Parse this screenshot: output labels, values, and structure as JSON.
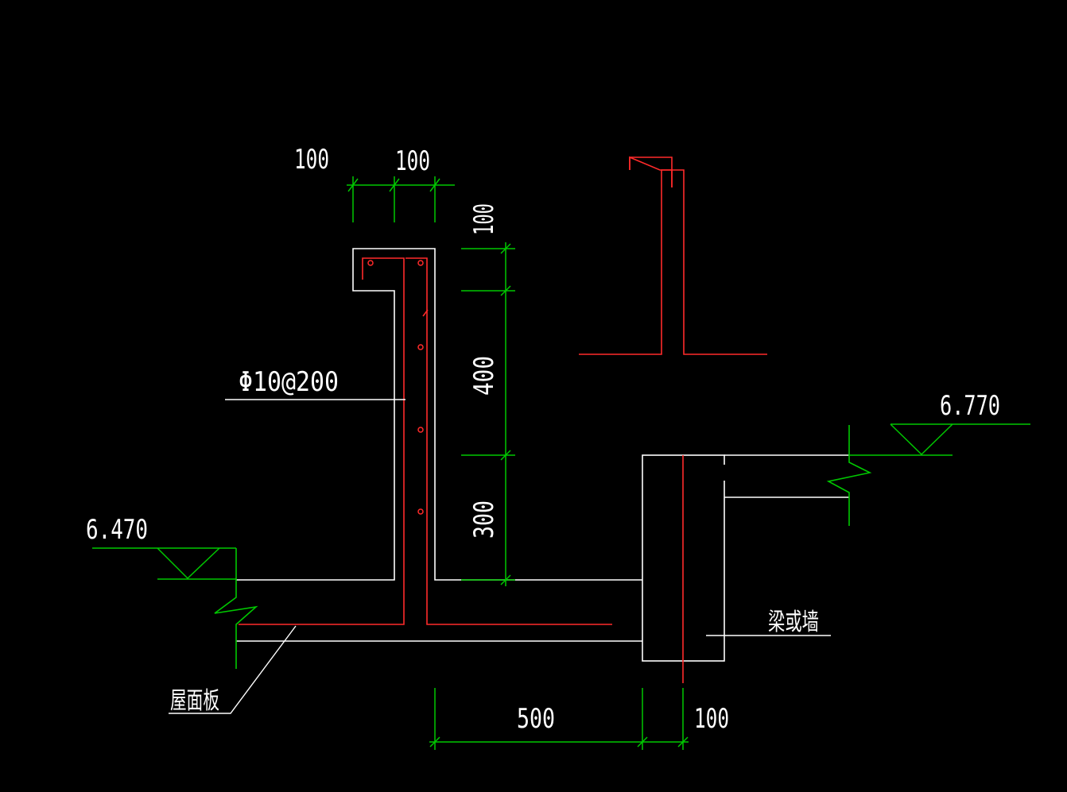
{
  "colors": {
    "background": "#000000",
    "outline": "#ffffff",
    "rebar": "#ff2a2a",
    "dimension": "#00c800"
  },
  "dimensions": {
    "top_left_offset": "100",
    "top_width": "100",
    "height_top": "100",
    "height_middle": "400",
    "height_bottom": "300",
    "bottom_span": "500",
    "bottom_wall": "100"
  },
  "labels": {
    "rebar_spec": "Φ10@200",
    "elevation_left": "6.470",
    "elevation_right": "6.770",
    "roof_slab": "屋面板",
    "beam_or_wall": "梁或墙"
  },
  "icons": {
    "elevation_marker": "triangle-elevation-icon",
    "break_line": "zigzag-break-icon",
    "rebar_dot": "circle-rebar-icon"
  }
}
